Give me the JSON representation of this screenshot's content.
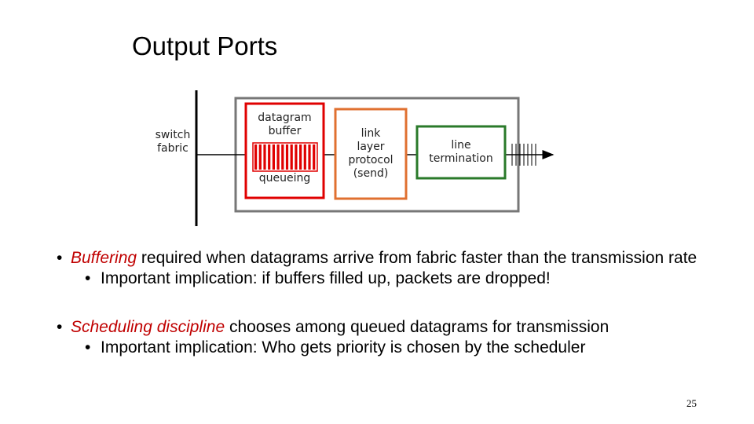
{
  "title": "Output Ports",
  "diagram": {
    "switch_fabric_label": [
      "switch",
      "fabric"
    ],
    "buffer_label": [
      "datagram",
      "buffer"
    ],
    "queueing_label": "queueing",
    "link_layer_label": [
      "link",
      "layer",
      "protocol",
      "(send)"
    ],
    "line_termination_label": [
      "line",
      "termination"
    ],
    "colors": {
      "buffer": "#e00000",
      "link_layer": "#e07030",
      "line_termination": "#2a7a2a",
      "port_box": "#777777"
    }
  },
  "bullets": [
    {
      "emphasis": "Buffering",
      "text": " required when datagrams arrive from fabric faster than the transmission rate",
      "sub": "Important implication: if buffers filled up, packets are dropped!"
    },
    {
      "emphasis": "Scheduling discipline",
      "text": " chooses among queued datagrams for transmission",
      "sub": "Important implication: Who gets priority is chosen by the scheduler"
    }
  ],
  "page_number": "25"
}
